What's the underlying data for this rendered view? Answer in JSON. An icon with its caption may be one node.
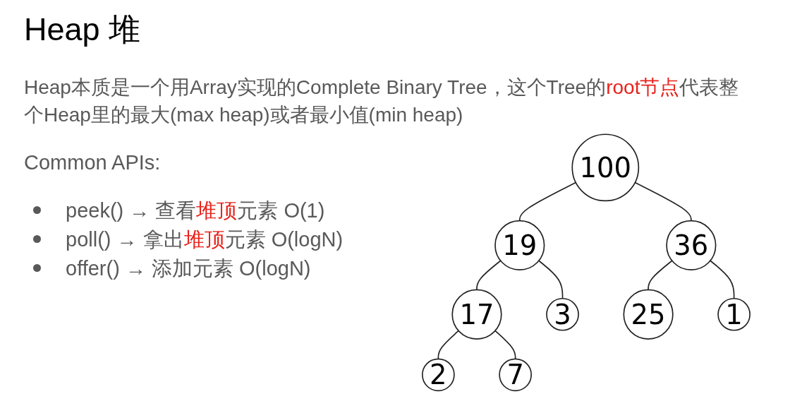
{
  "diagram": {
    "title": "Heap 堆",
    "nodes": [
      {
        "text": [
          "100"
        ]
      },
      {
        "text": [
          "19"
        ]
      },
      {
        "text": [
          "36"
        ]
      },
      {
        "text": [
          "17"
        ]
      },
      {
        "text": [
          "3"
        ]
      },
      {
        "text": [
          "25"
        ]
      },
      {
        "text": [
          "1"
        ]
      },
      {
        "text": [
          "2"
        ]
      },
      {
        "text": [
          "7"
        ]
      }
    ],
    "edges": [
      {
        "from": 0,
        "to": 1,
        "arrow": "none"
      },
      {
        "from": 0,
        "to": 2,
        "arrow": "none"
      },
      {
        "from": 1,
        "to": 3,
        "arrow": "none"
      },
      {
        "from": 1,
        "to": 4,
        "arrow": "none"
      },
      {
        "from": 2,
        "to": 5,
        "arrow": "none"
      },
      {
        "from": 2,
        "to": 6,
        "arrow": "none"
      },
      {
        "from": 3,
        "to": 7,
        "arrow": "none"
      },
      {
        "from": 3,
        "to": 8,
        "arrow": "none"
      }
    ],
    "labels": [
      "Heap本质是一个用Array实现的Complete Binary Tree，这个Tree的**root节点**代表整个Heap里的最大(max heap)或者最小值(min heap)",
      "Common APIs:",
      "peek() → 查看**堆顶**元素 O(1)",
      "poll() → 拿出**堆顶**元素 O(logN)",
      "offer() → 添加元素 O(logN)"
    ]
  }
}
